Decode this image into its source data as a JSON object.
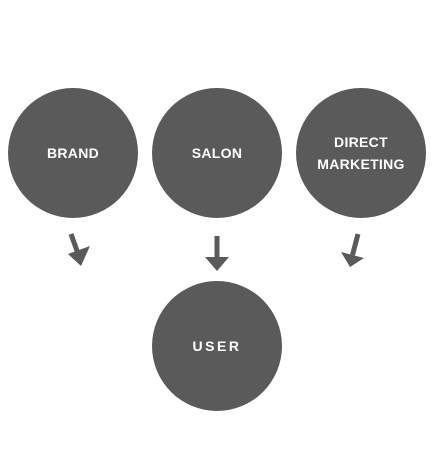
{
  "diagram": {
    "sources": [
      {
        "id": "brand",
        "label": "BRAND"
      },
      {
        "id": "salon",
        "label": "SALON"
      },
      {
        "id": "direct",
        "label": "DIRECT\nMARKETING"
      }
    ],
    "target": {
      "id": "user",
      "label": "USER"
    },
    "colors": {
      "node_fill": "#5a5a5a",
      "node_text": "#ffffff",
      "arrow": "#5a5a5a",
      "background": "#ffffff"
    }
  }
}
